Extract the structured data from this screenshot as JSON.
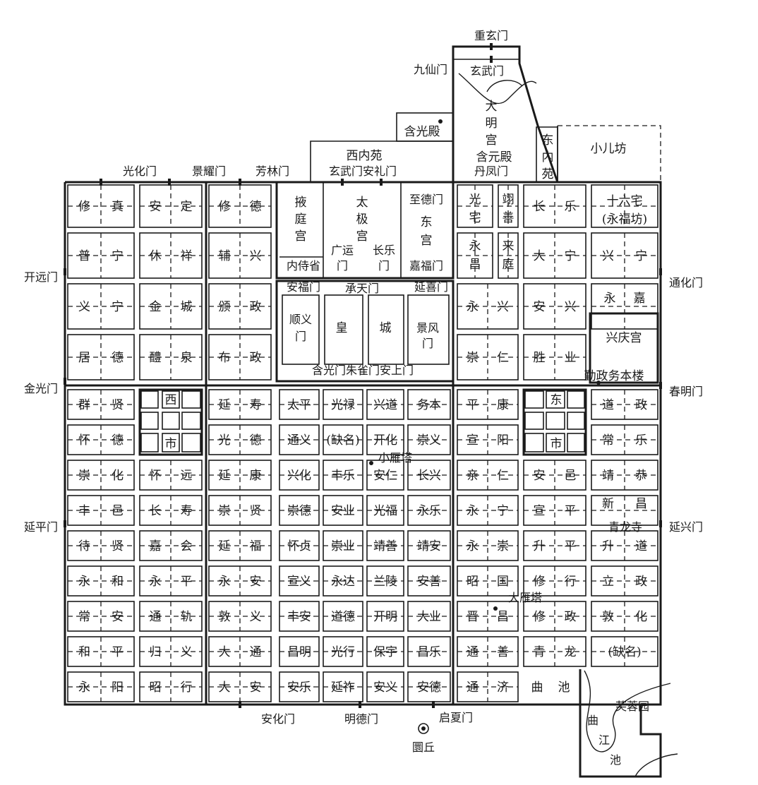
{
  "wards": [
    [
      "修",
      "真"
    ],
    [
      "安",
      "定"
    ],
    [
      "修",
      "德"
    ],
    [
      "长",
      "乐"
    ],
    [
      "普",
      "宁"
    ],
    [
      "休",
      "祥"
    ],
    [
      "辅",
      "兴"
    ],
    [
      "大",
      "宁"
    ],
    [
      "兴",
      "宁"
    ],
    [
      "义",
      "宁"
    ],
    [
      "金",
      "城"
    ],
    [
      "颁",
      "政"
    ],
    [
      "永",
      "兴"
    ],
    [
      "安",
      "兴"
    ],
    [
      "居",
      "德"
    ],
    [
      "醴",
      "泉"
    ],
    [
      "布",
      "政"
    ],
    [
      "崇",
      "仁"
    ],
    [
      "胜",
      "业"
    ],
    [
      "延",
      "寿"
    ],
    [
      "光",
      "德"
    ],
    [
      "延",
      "康"
    ],
    [
      "崇",
      "贤"
    ],
    [
      "延",
      "福"
    ],
    [
      "太平"
    ],
    [
      "光禄"
    ],
    [
      "兴道"
    ],
    [
      "务本"
    ],
    [
      "平",
      "康"
    ],
    [
      "道",
      "政"
    ],
    [
      "通义"
    ],
    [
      "(缺名)"
    ],
    [
      "开化"
    ],
    [
      "崇义"
    ],
    [
      "宣",
      "阳"
    ],
    [
      "常",
      "乐"
    ],
    [
      "崇",
      "化"
    ],
    [
      "怀",
      "远"
    ],
    [
      "兴化"
    ],
    [
      "丰乐"
    ],
    [
      "安仁"
    ],
    [
      "长兴"
    ],
    [
      "亲",
      "仁"
    ],
    [
      "安",
      "邑"
    ],
    [
      "靖",
      "恭"
    ],
    [
      "丰",
      "邑"
    ],
    [
      "长",
      "寿"
    ],
    [
      "崇德"
    ],
    [
      "安业"
    ],
    [
      "光福"
    ],
    [
      "永乐"
    ],
    [
      "永",
      "宁"
    ],
    [
      "宣",
      "平"
    ],
    [
      "新",
      "昌"
    ],
    [
      "待",
      "贤"
    ],
    [
      "嘉",
      "会"
    ],
    [
      "怀贞"
    ],
    [
      "崇业"
    ],
    [
      "靖善"
    ],
    [
      "靖安"
    ],
    [
      "永",
      "崇"
    ],
    [
      "升",
      "平"
    ],
    [
      "升",
      "道"
    ],
    [
      "永",
      "和"
    ],
    [
      "永",
      "平"
    ],
    [
      "永",
      "安"
    ],
    [
      "宣义"
    ],
    [
      "永达"
    ],
    [
      "兰陵"
    ],
    [
      "安善"
    ],
    [
      "昭",
      "国"
    ],
    [
      "修",
      "行"
    ],
    [
      "立",
      "政"
    ],
    [
      "常",
      "安"
    ],
    [
      "通",
      "轨"
    ],
    [
      "敦",
      "义"
    ],
    [
      "丰安"
    ],
    [
      "道德"
    ],
    [
      "开明"
    ],
    [
      "大业"
    ],
    [
      "晋",
      "昌"
    ],
    [
      "修",
      "政"
    ],
    [
      "敦",
      "化"
    ],
    [
      "和",
      "平"
    ],
    [
      "归",
      "义"
    ],
    [
      "大",
      "通"
    ],
    [
      "昌明"
    ],
    [
      "光行"
    ],
    [
      "保宇"
    ],
    [
      "昌乐"
    ],
    [
      "通",
      "善"
    ],
    [
      "青",
      "龙"
    ],
    [
      "(缺名)"
    ],
    [
      "永",
      "阳"
    ],
    [
      "昭",
      "行"
    ],
    [
      "大",
      "安"
    ],
    [
      "安乐"
    ],
    [
      "延祚"
    ],
    [
      "安义"
    ],
    [
      "安德"
    ],
    [
      "通",
      "济"
    ],
    [
      "曲",
      "池"
    ],
    [
      "群",
      "贤"
    ],
    [
      "怀",
      "德"
    ],
    [
      "光",
      "宅"
    ],
    [
      "永",
      "昌"
    ],
    [
      "翊",
      "善"
    ],
    [
      "来",
      "庭"
    ],
    [
      "十六宅"
    ],
    [
      "(永福坊)"
    ],
    [
      "永",
      "嘉"
    ]
  ],
  "gates": {
    "zhongxuan": "重玄门",
    "jiuxian": "九仙门",
    "xuanwu_dm": "玄武门",
    "guanghua": "光化门",
    "jingyao": "景耀门",
    "fanglin": "芳林门",
    "kaiyuan": "开远门",
    "jinguang": "金光门",
    "yanping": "延平门",
    "tonghua": "通化门",
    "chunming": "春明门",
    "yanxing": "延兴门",
    "anhua": "安化门",
    "mingde": "明德门",
    "qixia": "启夏门",
    "xuanwu_anli": "玄武门安礼门",
    "danfeng": "丹凤门",
    "zhide": "至德门",
    "jiafu": "嘉福门",
    "guangyun": "广运",
    "changle": "长乐",
    "men": "门",
    "neishi": "内侍省",
    "anfu": "安福门",
    "chengtian": "承天门",
    "yanxi": "延喜门",
    "shunyi": "顺义",
    "jingfeng": "景风",
    "hanguang_bottom": "含光门朱雀门安上门"
  },
  "palaces": {
    "daming": [
      "大",
      "明",
      "宫"
    ],
    "hanyuan": "含元殿",
    "hanguang_dian": "含光殿",
    "xineiyuan": "西内苑",
    "dongneiyuan": [
      "东",
      "内",
      "苑"
    ],
    "xiaoer": "小儿坊",
    "yeting": [
      "掖",
      "庭",
      "宫"
    ],
    "taiji": [
      "太",
      "极",
      "宫"
    ],
    "donggong": [
      "东",
      "宫"
    ],
    "huangcheng": [
      "皇",
      "城"
    ],
    "xingqing": "兴庆宫",
    "qinzheng": "勤政务本楼",
    "xishi": [
      "西",
      "市"
    ],
    "dongshi": [
      "东",
      "市"
    ]
  },
  "landmarks": {
    "xiaoyan": "小雁塔",
    "dayan": "大雁塔",
    "qinglong_si": "青龙寺",
    "furong": "芙蓉园",
    "qujiang": [
      "曲",
      "江",
      "池"
    ],
    "yuanqiu": "圜丘"
  }
}
